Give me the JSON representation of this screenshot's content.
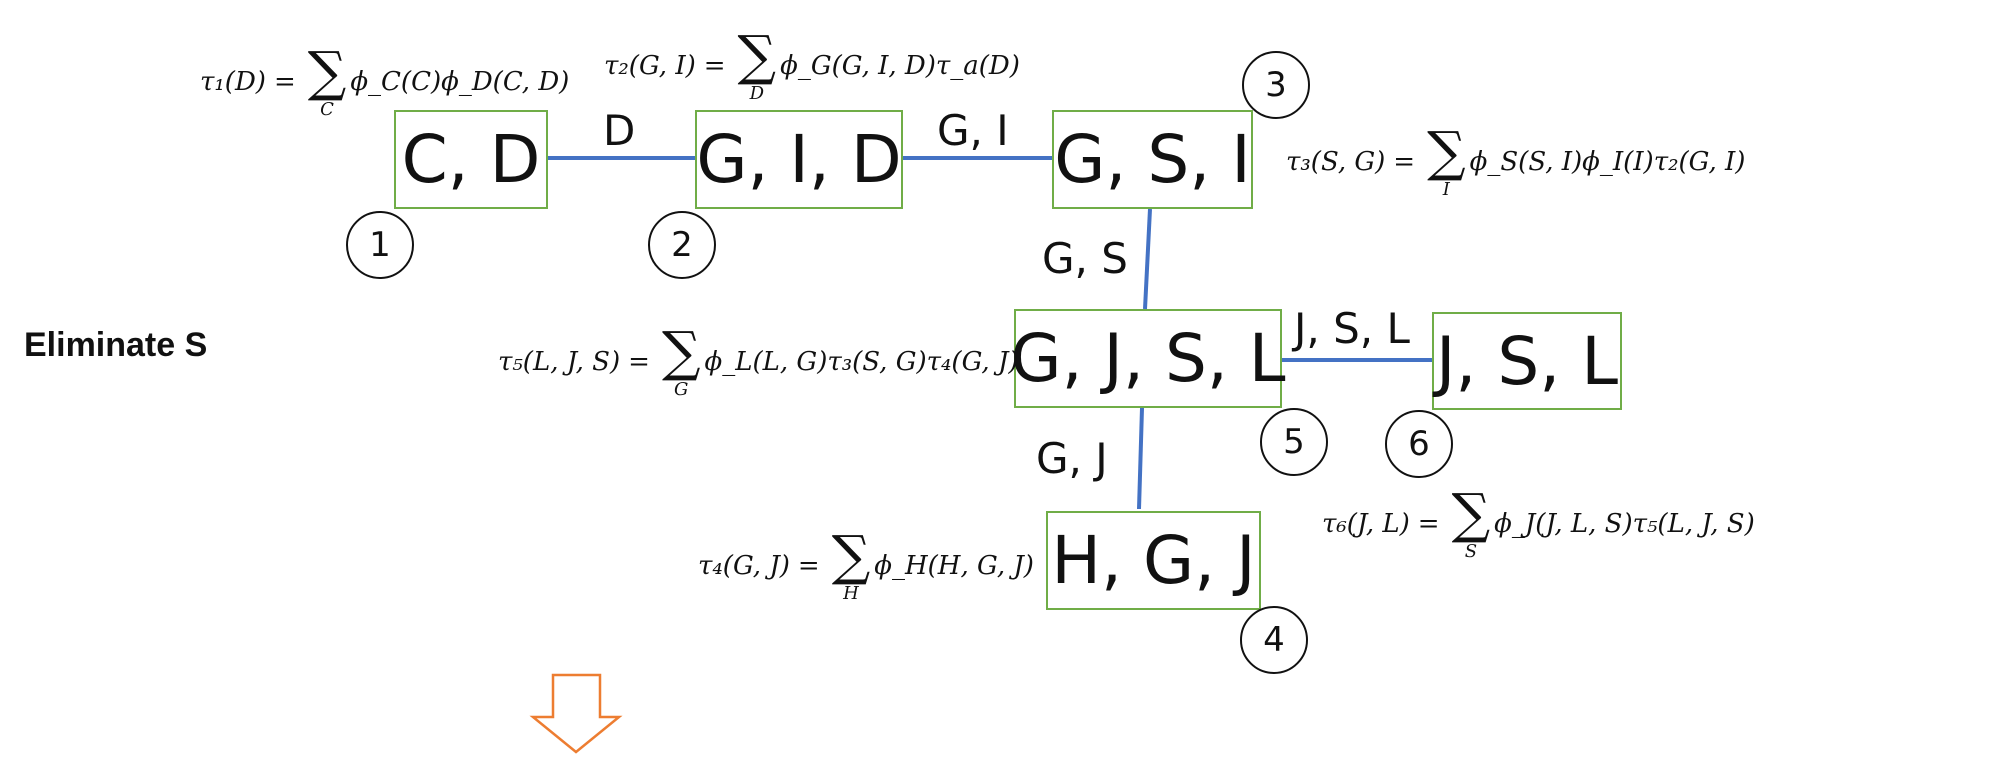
{
  "heading": "Eliminate S",
  "nodes": [
    {
      "id": 1,
      "label": "C, D",
      "number": "1"
    },
    {
      "id": 2,
      "label": "G, I, D",
      "number": "2"
    },
    {
      "id": 3,
      "label": "G, S, I",
      "number": "3"
    },
    {
      "id": 4,
      "label": "H, G, J",
      "number": "4"
    },
    {
      "id": 5,
      "label": "G, J, S, L",
      "number": "5"
    },
    {
      "id": 6,
      "label": "J, S, L",
      "number": "6"
    }
  ],
  "edges": [
    {
      "from": 1,
      "to": 2,
      "label": "D"
    },
    {
      "from": 2,
      "to": 3,
      "label": "G, I"
    },
    {
      "from": 3,
      "to": 5,
      "label": "G, S"
    },
    {
      "from": 5,
      "to": 6,
      "label": "J, S, L"
    },
    {
      "from": 5,
      "to": 4,
      "label": "G, J"
    }
  ],
  "formulas": {
    "f1": {
      "lhs": "τ₁(D)",
      "eq": "=",
      "sum_index": "C",
      "rhs": "ϕ꜀(C)ϕ_D(C, D)",
      "rhs_display": "ϕ_C(C)ϕ_D(C, D)"
    },
    "f2": {
      "lhs": "τ₂(G, I)",
      "eq": "=",
      "sum_index": "D",
      "rhs": "ϕ_G(G, I, D)τ_a(D)"
    },
    "f3": {
      "lhs": "τ₃(S, G)",
      "eq": "=",
      "sum_index": "I",
      "rhs": "ϕ_S(S, I)ϕ_I(I)τ₂(G, I)"
    },
    "f4": {
      "lhs": "τ₄(G, J)",
      "eq": "=",
      "sum_index": "H",
      "rhs": "ϕ_H(H, G, J)"
    },
    "f5": {
      "lhs": "τ₅(L, J, S)",
      "eq": "=",
      "sum_index": "G",
      "rhs": "ϕ_L(L, G)τ₃(S, G)τ₄(G, J)"
    },
    "f6": {
      "lhs": "τ₆(J, L)",
      "eq": "=",
      "sum_index": "S",
      "rhs": "ϕ_J(J, L, S)τ₅(L, J, S)"
    }
  },
  "colors": {
    "node_border": "#70ad47",
    "edge": "#4472c4",
    "arrow": "#ed7d31",
    "text": "#111111"
  },
  "icons": {
    "down_arrow": "down-arrow-icon"
  }
}
